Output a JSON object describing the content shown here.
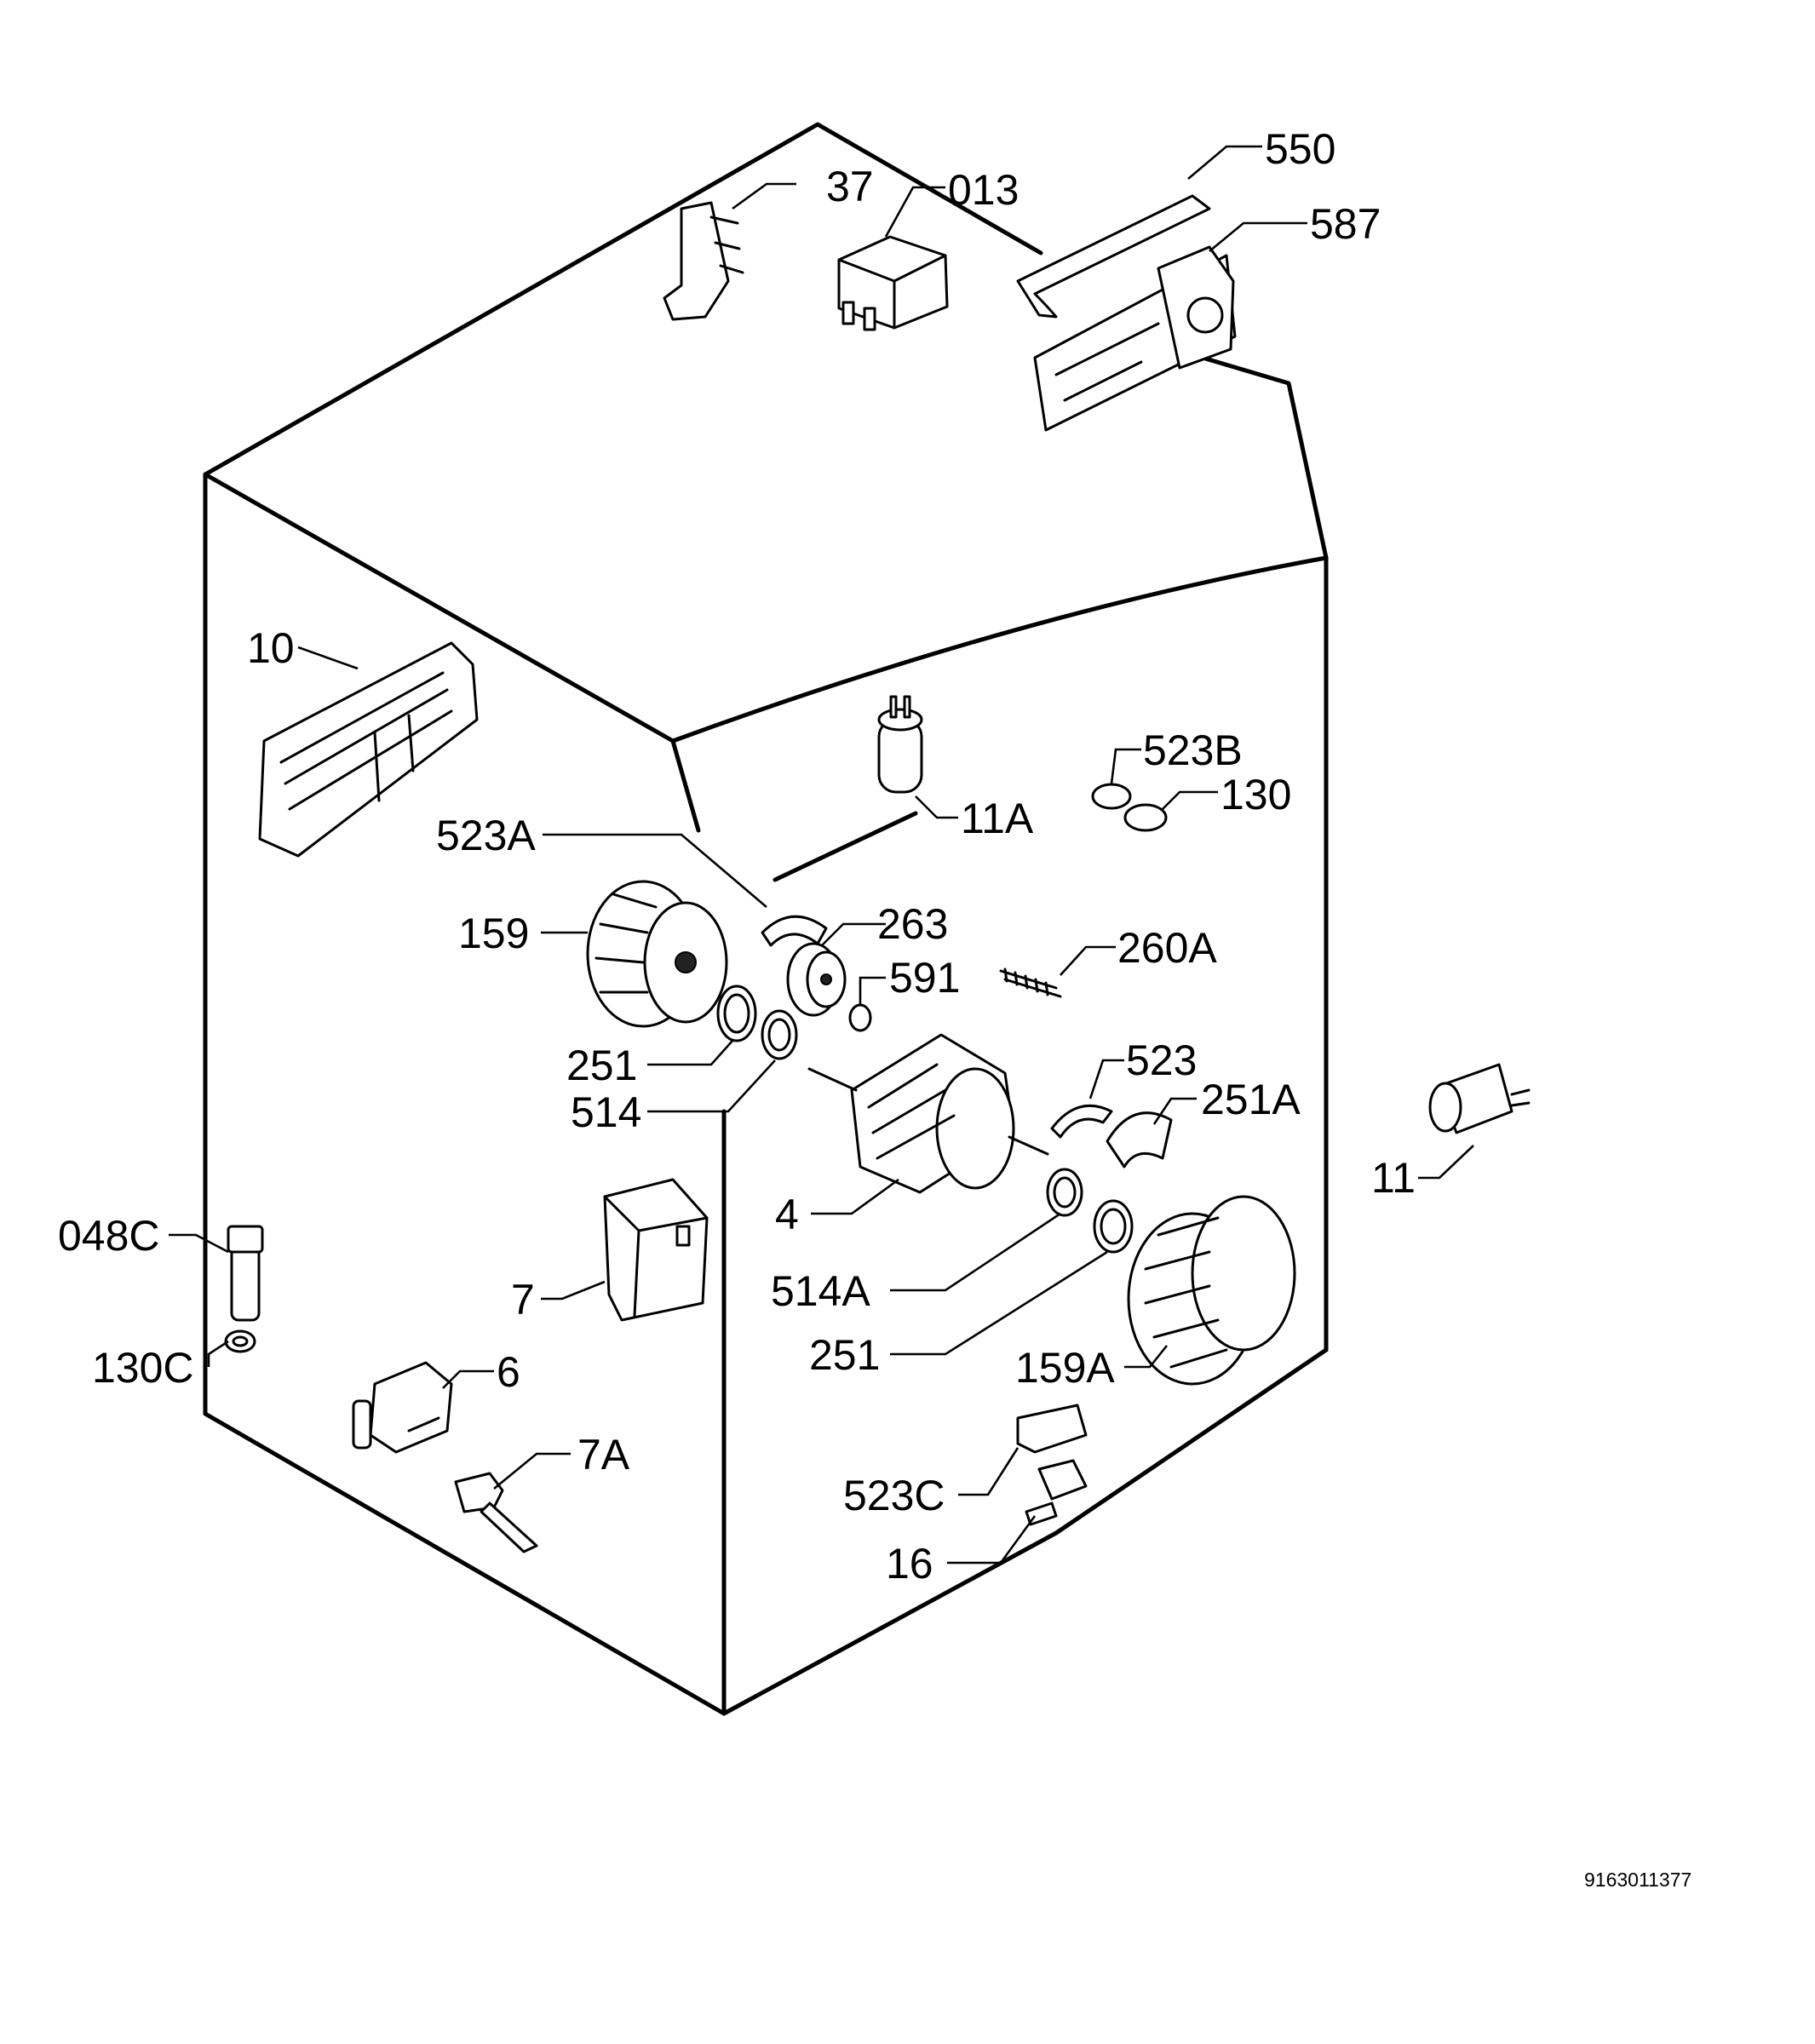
{
  "labels": {
    "p37": "37",
    "p013": "013",
    "p550": "550",
    "p587": "587",
    "p10": "10",
    "p11A": "11A",
    "p523B": "523B",
    "p130": "130",
    "p523A": "523A",
    "p159": "159",
    "p263": "263",
    "p591": "591",
    "p260A": "260A",
    "p251_top": "251",
    "p514": "514",
    "p523": "523",
    "p251A": "251A",
    "p11": "11",
    "p4": "4",
    "p048C": "048C",
    "p7": "7",
    "p514A": "514A",
    "p130C": "130C",
    "p251_bottom": "251",
    "p159A": "159A",
    "p6": "6",
    "p7A": "7A",
    "p523C": "523C",
    "p16": "16"
  },
  "document_number": "9163011377"
}
